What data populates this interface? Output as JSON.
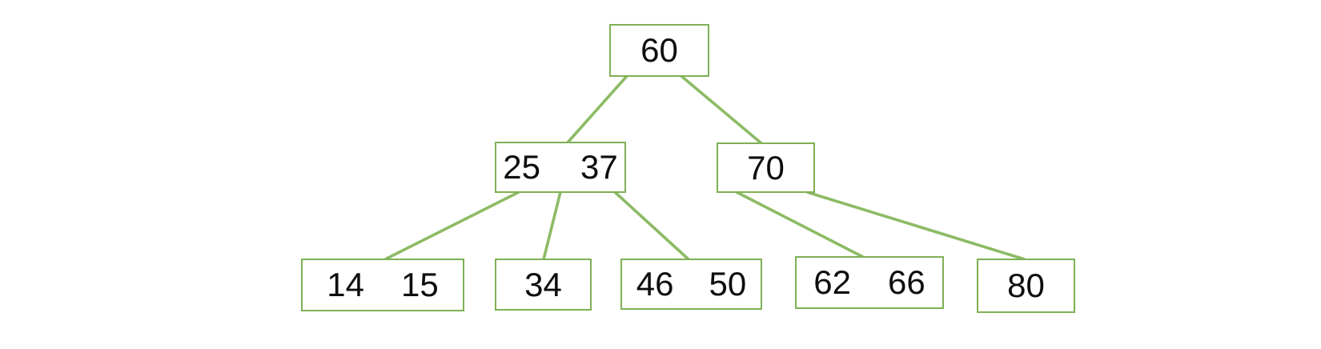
{
  "colors": {
    "background": "#ffffff",
    "node_border": "#7fb055",
    "edge_line": "#8cbb64",
    "text": "#0d0d0d"
  },
  "tree": {
    "type": "b-tree",
    "nodes": [
      {
        "id": "n60",
        "level": 0,
        "keys": [
          "60"
        ],
        "children": [
          "n25-37",
          "n70"
        ]
      },
      {
        "id": "n25-37",
        "level": 1,
        "keys": [
          "25",
          "37"
        ],
        "children": [
          "n14-15",
          "n34",
          "n46-50"
        ]
      },
      {
        "id": "n70",
        "level": 1,
        "keys": [
          "70"
        ],
        "children": [
          "n62-66",
          "n80"
        ]
      },
      {
        "id": "n14-15",
        "level": 2,
        "keys": [
          "14",
          "15"
        ],
        "children": []
      },
      {
        "id": "n34",
        "level": 2,
        "keys": [
          "34"
        ],
        "children": []
      },
      {
        "id": "n46-50",
        "level": 2,
        "keys": [
          "46",
          "50"
        ],
        "children": []
      },
      {
        "id": "n62-66",
        "level": 2,
        "keys": [
          "62",
          "66"
        ],
        "children": []
      },
      {
        "id": "n80",
        "level": 2,
        "keys": [
          "80"
        ],
        "children": []
      }
    ]
  }
}
